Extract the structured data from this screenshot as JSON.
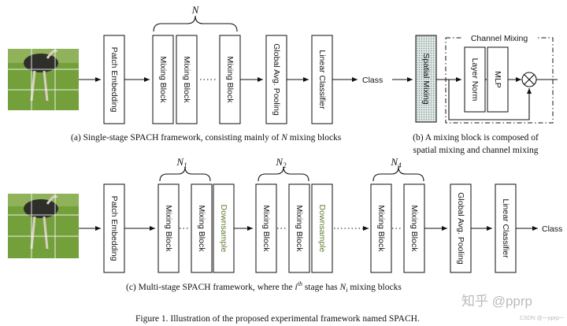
{
  "top": {
    "patch_embedding": "Patch Embedding",
    "mixing_block": "Mixing Block",
    "n_label": "N",
    "global_pooling": "Global Avg. Pooling",
    "linear_classifier": "Linear Classifier",
    "class_label": "Class",
    "caption_a_pre": "(a) Single-stage SPACH framework, consisting mainly of ",
    "caption_a_n": "N",
    "caption_a_post": " mixing blocks"
  },
  "right": {
    "spatial_mixing": "Spatial Mixing",
    "channel_mixing": "Channel Mixing",
    "layer_norm": "Layer Norm",
    "mlp": "MLP",
    "caption_b_line1": "(b) A mixing block is composed of",
    "caption_b_line2": "spatial mixing and channel mixing"
  },
  "bottom": {
    "patch_embedding": "Patch Embedding",
    "mixing_block": "Mixing Block",
    "downsample": "Downsample",
    "n1_label": "N",
    "n1_sub": "1",
    "n2_label": "N",
    "n2_sub": "2",
    "n4_label": "N",
    "n4_sub": "4",
    "global_pooling": "Global Avg. Pooling",
    "linear_classifier": "Linear Classifier",
    "class_label": "Class",
    "caption_c_pre": "(c) Multi-stage SPACH framework, where the ",
    "caption_c_i": "i",
    "caption_c_th": "th",
    "caption_c_mid": " stage has ",
    "caption_c_ni": "N",
    "caption_c_ni_sub": "i",
    "caption_c_post": " mixing blocks"
  },
  "figure_caption": "Figure 1. Illustration of the proposed experimental framework named SPACH.",
  "watermark": {
    "main": "知乎 @pprp",
    "sub": "CSDN @一pprp一"
  },
  "colors": {
    "downsample_text": "#5c7a2a",
    "spatial_mixing_fill": "#c9d6d4",
    "grass": "#6f9a3a",
    "ostrich": "#2e2e2a"
  }
}
